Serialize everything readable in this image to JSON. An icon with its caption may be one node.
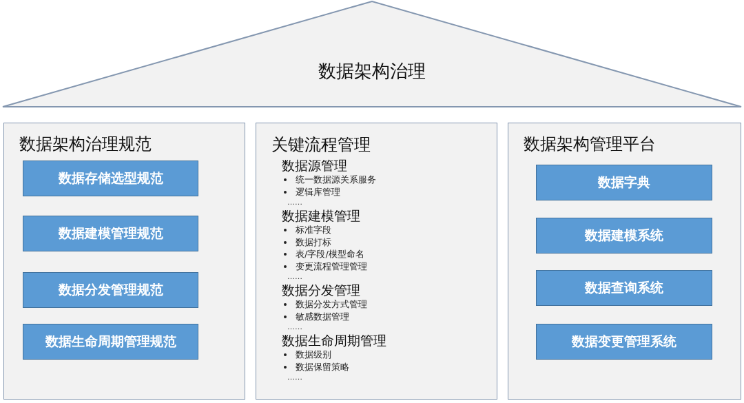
{
  "diagram": {
    "nodes": [
      {
        "text": [
          "数据架构治理"
        ]
      },
      {
        "text": [
          "数据架构治理规范"
        ]
      },
      {
        "text": [
          "数据存储选型规范"
        ],
        "in": 1
      },
      {
        "text": [
          "数据建模管理规范"
        ],
        "in": 1
      },
      {
        "text": [
          "数据分发管理规范"
        ],
        "in": 1
      },
      {
        "text": [
          "数据生命周期管理规范"
        ],
        "in": 1
      },
      {
        "text": [
          "关键流程管理",
          "数据源管理",
          "统一数据源关系服务",
          "逻辑库管理",
          "……",
          "数据建模管理",
          "标准字段",
          "数据打标",
          "表/字段/模型命名",
          "变更流程管理管理",
          "……",
          "数据分发管理",
          "数据分发方式管理",
          "敏感数据管理",
          "……",
          "数据生命周期管理",
          "数据级别",
          "数据保留策略",
          "……"
        ]
      },
      {
        "text": [
          "数据架构管理平台"
        ]
      },
      {
        "text": [
          "数据字典"
        ],
        "in": 7
      },
      {
        "text": [
          "数据建模系统"
        ],
        "in": 7
      },
      {
        "text": [
          "数据查询系统"
        ],
        "in": 7
      },
      {
        "text": [
          "数据变更管理系统"
        ],
        "in": 7
      }
    ],
    "edges": []
  }
}
